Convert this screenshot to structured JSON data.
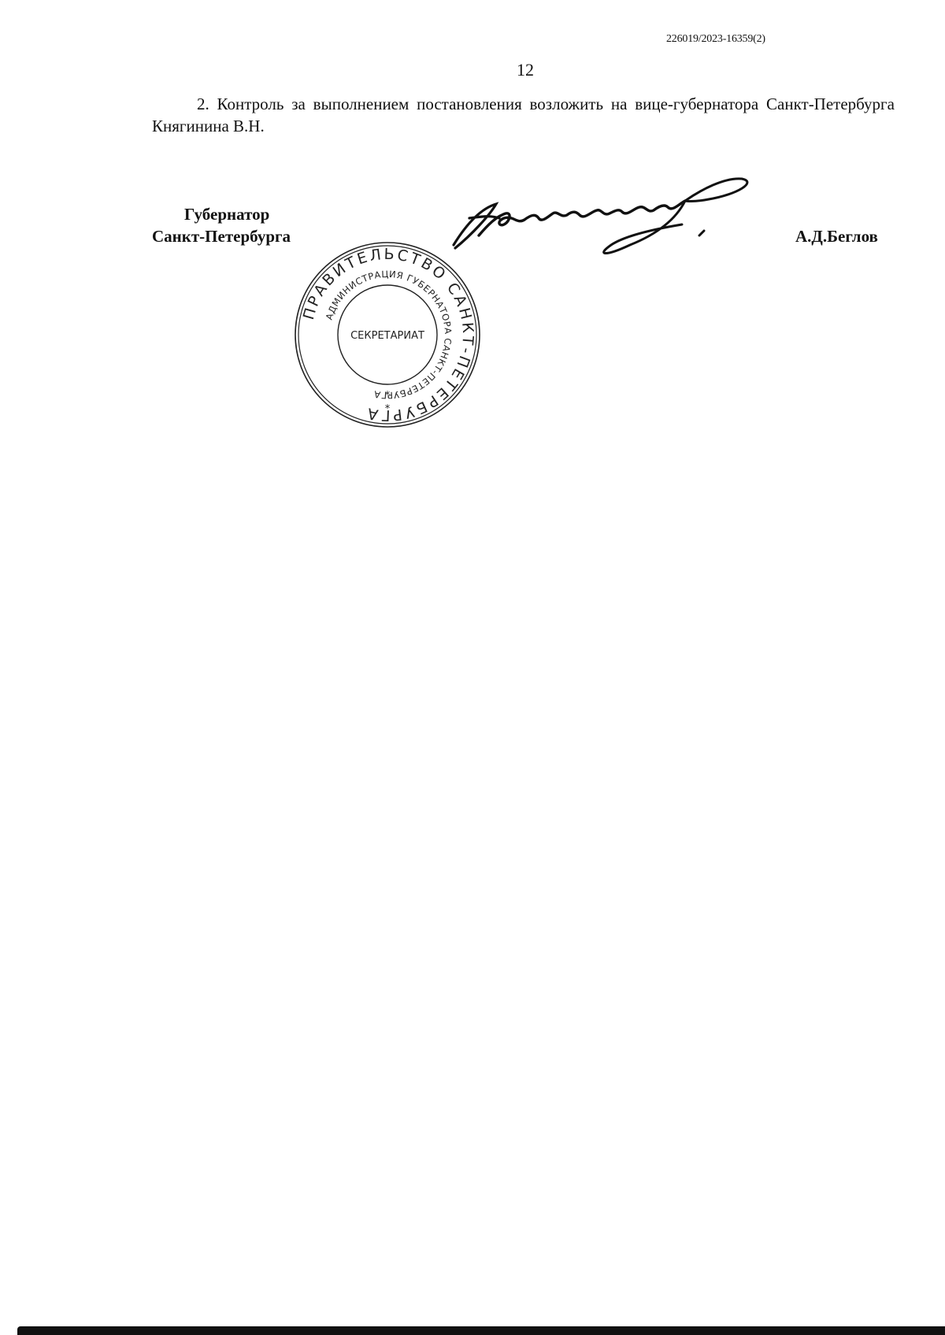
{
  "header": {
    "doc_number": "226019/2023-16359(2)",
    "page_number": "12"
  },
  "body": {
    "paragraph": "2. Контроль за выполнением постановления возложить на вице-губернатора Санкт-Петербурга Княгинина В.Н."
  },
  "signature_block": {
    "title_line1": "Губернатор",
    "title_line2": "Санкт-Петербурга",
    "name": "А.Д.Беглов"
  },
  "stamp": {
    "outer_text": "ПРАВИТЕЛЬСТВО САНКТ-ПЕТЕРБУРГА",
    "inner_text": "АДМИНИСТРАЦИЯ ГУБЕРНАТОРА САНКТ-ПЕТЕРБУРГА",
    "center_text": "СЕКРЕТАРИАТ",
    "star_top": "*",
    "star_bottom": "*"
  }
}
